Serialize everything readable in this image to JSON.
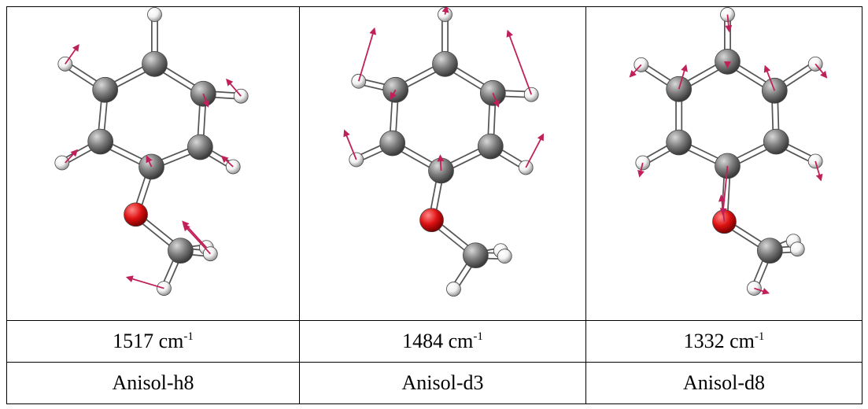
{
  "columns": [
    {
      "frequency_value": "1517",
      "frequency_unit": "cm",
      "frequency_exponent": "-1",
      "molecule_name": "Anisol-h8"
    },
    {
      "frequency_value": "1484",
      "frequency_unit": "cm",
      "frequency_exponent": "-1",
      "molecule_name": "Anisol-d3"
    },
    {
      "frequency_value": "1332",
      "frequency_unit": "cm",
      "frequency_exponent": "-1",
      "molecule_name": "Anisol-d8"
    }
  ],
  "colors": {
    "carbon": "#7a7a7a",
    "hydrogen": "#f2f2f2",
    "oxygen": "#dd1111",
    "bond": "#ffffff",
    "vector": "#c0205a"
  }
}
